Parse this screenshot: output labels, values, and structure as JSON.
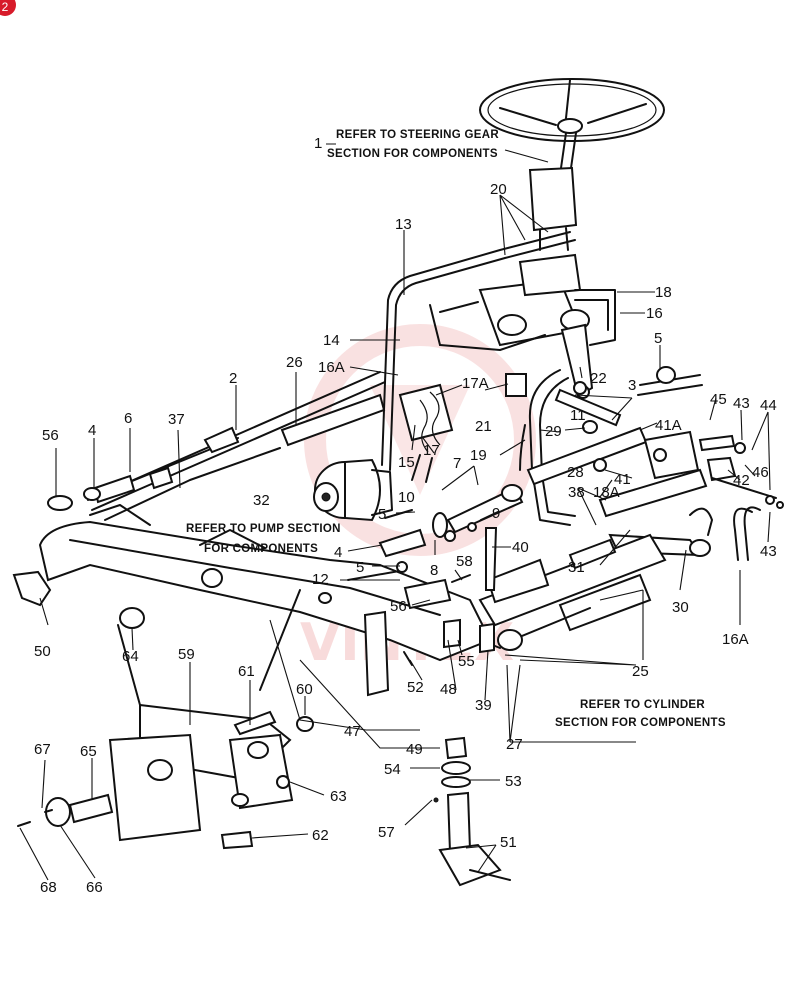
{
  "badge": "2",
  "watermark": "VINTEX",
  "notes": {
    "steering_gear_1": "REFER TO STEERING GEAR",
    "steering_gear_2": "SECTION FOR COMPONENTS",
    "pump_1": "REFER TO PUMP SECTION",
    "pump_2": "FOR COMPONENTS",
    "cylinder_1": "REFER TO CYLINDER",
    "cylinder_2": "SECTION FOR COMPONENTS"
  },
  "callouts": [
    "1",
    "2",
    "3",
    "4",
    "4",
    "5",
    "5",
    "5",
    "6",
    "7",
    "8",
    "9",
    "10",
    "11",
    "12",
    "13",
    "14",
    "15",
    "16",
    "16A",
    "16A",
    "17",
    "17A",
    "18",
    "18A",
    "19",
    "20",
    "21",
    "22",
    "25",
    "26",
    "27",
    "28",
    "29",
    "30",
    "31",
    "32",
    "37",
    "38",
    "39",
    "40",
    "41",
    "41A",
    "42",
    "43",
    "43",
    "44",
    "45",
    "46",
    "47",
    "48",
    "49",
    "50",
    "51",
    "52",
    "53",
    "54",
    "55",
    "56",
    "56",
    "57",
    "58",
    "59",
    "60",
    "61",
    "62",
    "63",
    "64",
    "65",
    "66",
    "67",
    "68"
  ],
  "colors": {
    "ink": "#111111",
    "watermark": "#ec9a9a",
    "badge": "#d71b2a"
  }
}
